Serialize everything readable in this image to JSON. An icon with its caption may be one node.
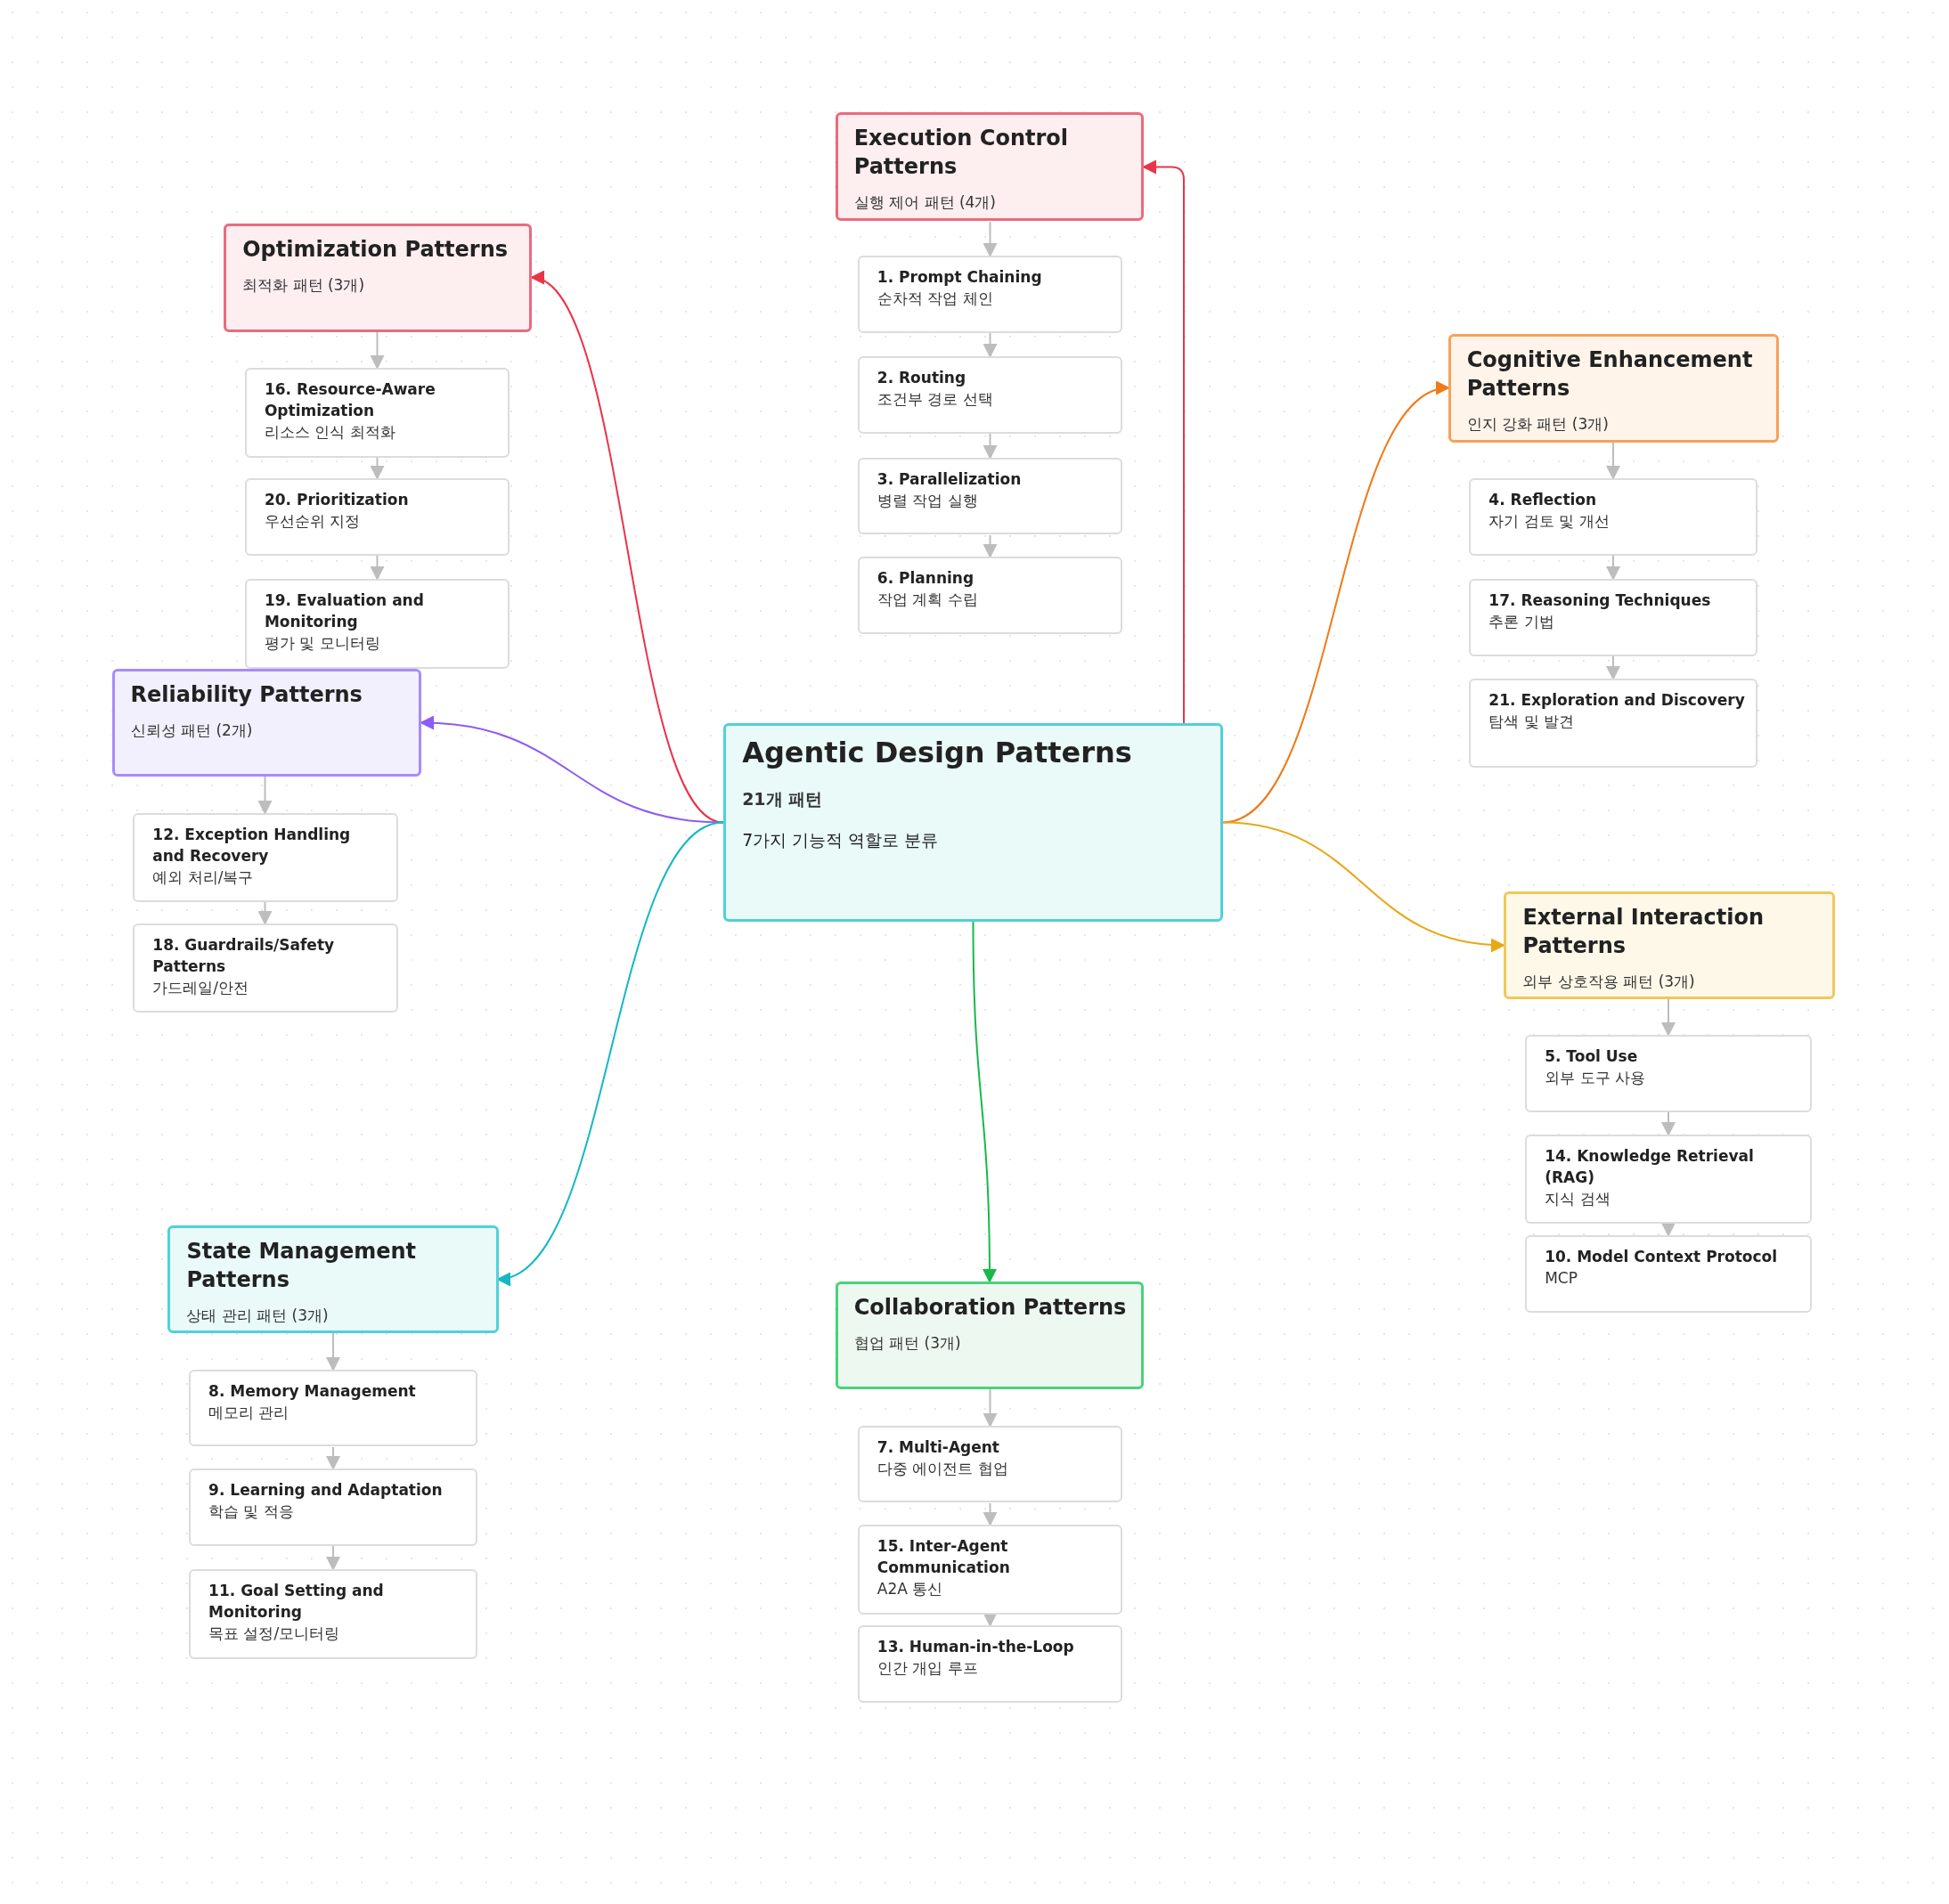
{
  "diagram": {
    "nodes": [
      {
        "text": [
          "Agentic Design Patterns",
          "21개 패턴",
          "7가지 기능적 역할로 분류"
        ]
      },
      {
        "text": [
          "Execution Control Patterns",
          "실행 제어 패턴 (4개)"
        ]
      },
      {
        "text": [
          "1. Prompt Chaining",
          "순차적 작업 체인"
        ]
      },
      {
        "text": [
          "2. Routing",
          "조건부 경로 선택"
        ]
      },
      {
        "text": [
          "3. Parallelization",
          "병렬 작업 실행"
        ]
      },
      {
        "text": [
          "6. Planning",
          "작업 계획 수립"
        ]
      },
      {
        "text": [
          "Optimization Patterns",
          "최적화 패턴 (3개)"
        ]
      },
      {
        "text": [
          "16. Resource-Aware Optimization",
          "리소스 인식 최적화"
        ]
      },
      {
        "text": [
          "20. Prioritization",
          "우선순위 지정"
        ]
      },
      {
        "text": [
          "19. Evaluation and Monitoring",
          "평가 및 모니터링"
        ]
      },
      {
        "text": [
          "Reliability Patterns",
          "신뢰성 패턴 (2개)"
        ]
      },
      {
        "text": [
          "12. Exception Handling and Recovery",
          "예외 처리/복구"
        ]
      },
      {
        "text": [
          "18. Guardrails/Safety Patterns",
          "가드레일/안전"
        ]
      },
      {
        "text": [
          "Cognitive Enhancement Patterns",
          "인지 강화 패턴 (3개)"
        ]
      },
      {
        "text": [
          "4. Reflection",
          "자기 검토 및 개선"
        ]
      },
      {
        "text": [
          "17. Reasoning Techniques",
          "추론 기법"
        ]
      },
      {
        "text": [
          "21. Exploration and Discovery",
          "탐색 및 발견"
        ]
      },
      {
        "text": [
          "External Interaction Patterns",
          "외부 상호작용 패턴 (3개)"
        ]
      },
      {
        "text": [
          "5. Tool Use",
          "외부 도구 사용"
        ]
      },
      {
        "text": [
          "14. Knowledge Retrieval (RAG)",
          "지식 검색"
        ]
      },
      {
        "text": [
          "10. Model Context Protocol",
          "MCP"
        ]
      },
      {
        "text": [
          "State Management Patterns",
          "상태 관리 패턴 (3개)"
        ]
      },
      {
        "text": [
          "8. Memory Management",
          "메모리 관리"
        ]
      },
      {
        "text": [
          "9. Learning and Adaptation",
          "학습 및 적응"
        ]
      },
      {
        "text": [
          "11. Goal Setting and Monitoring",
          "목표 설정/모니터링"
        ]
      },
      {
        "text": [
          "Collaboration Patterns",
          "협업 패턴 (3개)"
        ]
      },
      {
        "text": [
          "7. Multi-Agent",
          "다중 에이전트 협업"
        ]
      },
      {
        "text": [
          "15. Inter-Agent Communication",
          "A2A 통신"
        ]
      },
      {
        "text": [
          "13. Human-in-the-Loop",
          "인간 개입 루프"
        ]
      }
    ],
    "edges": [
      {
        "from": 0,
        "to": 1,
        "arrow": "to",
        "color": "#e8354a"
      },
      {
        "from": 0,
        "to": 6,
        "arrow": "to",
        "color": "#e8354a"
      },
      {
        "from": 0,
        "to": 10,
        "arrow": "to",
        "color": "#8b5cf6"
      },
      {
        "from": 0,
        "to": 13,
        "arrow": "to",
        "color": "#f07a1a"
      },
      {
        "from": 0,
        "to": 17,
        "arrow": "to",
        "color": "#e6a817"
      },
      {
        "from": 0,
        "to": 21,
        "arrow": "to",
        "color": "#14b8c4"
      },
      {
        "from": 0,
        "to": 25,
        "arrow": "to",
        "color": "#19b84a"
      },
      {
        "from": 1,
        "to": 2,
        "arrow": "to"
      },
      {
        "from": 2,
        "to": 3,
        "arrow": "to"
      },
      {
        "from": 3,
        "to": 4,
        "arrow": "to"
      },
      {
        "from": 4,
        "to": 5,
        "arrow": "to"
      },
      {
        "from": 6,
        "to": 7,
        "arrow": "to"
      },
      {
        "from": 7,
        "to": 8,
        "arrow": "to"
      },
      {
        "from": 8,
        "to": 9,
        "arrow": "to"
      },
      {
        "from": 10,
        "to": 11,
        "arrow": "to"
      },
      {
        "from": 11,
        "to": 12,
        "arrow": "to"
      },
      {
        "from": 13,
        "to": 14,
        "arrow": "to"
      },
      {
        "from": 14,
        "to": 15,
        "arrow": "to"
      },
      {
        "from": 15,
        "to": 16,
        "arrow": "to"
      },
      {
        "from": 17,
        "to": 18,
        "arrow": "to"
      },
      {
        "from": 18,
        "to": 19,
        "arrow": "to"
      },
      {
        "from": 19,
        "to": 20,
        "arrow": "to"
      },
      {
        "from": 21,
        "to": 22,
        "arrow": "to"
      },
      {
        "from": 22,
        "to": 23,
        "arrow": "to"
      },
      {
        "from": 23,
        "to": 24,
        "arrow": "to"
      },
      {
        "from": 25,
        "to": 26,
        "arrow": "to"
      },
      {
        "from": 26,
        "to": 27,
        "arrow": "to"
      },
      {
        "from": 27,
        "to": 28,
        "arrow": "to"
      }
    ]
  }
}
